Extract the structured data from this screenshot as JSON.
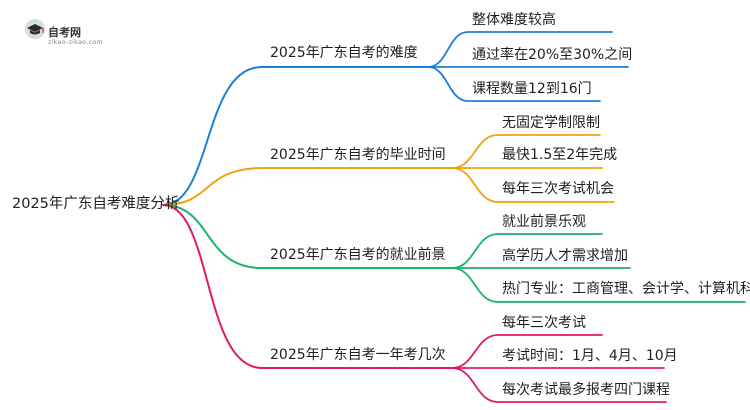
{
  "logo": {
    "name": "自考网",
    "url_text": "zikao-zikao.com"
  },
  "root": "2025年广东自考难度分析",
  "branches": [
    {
      "label": "2025年广东自考的难度",
      "color": "#1e7fd9",
      "leaves": [
        "整体难度较高",
        "通过率在20%至30%之间",
        "课程数量12到16门"
      ]
    },
    {
      "label": "2025年广东自考的毕业时间",
      "color": "#f2a20c",
      "leaves": [
        "无固定学制限制",
        "最快1.5至2年完成",
        "每年三次考试机会"
      ]
    },
    {
      "label": "2025年广东自考的就业前景",
      "color": "#1bb36a",
      "leaves": [
        "就业前景乐观",
        "高学历人才需求增加",
        "热门专业：工商管理、会计学、计算机科学"
      ]
    },
    {
      "label": "2025年广东自考一年考几次",
      "color": "#e0196b",
      "leaves": [
        "每年三次考试",
        "考试时间：1月、4月、10月",
        "每次考试最多报考四门课程"
      ]
    }
  ]
}
